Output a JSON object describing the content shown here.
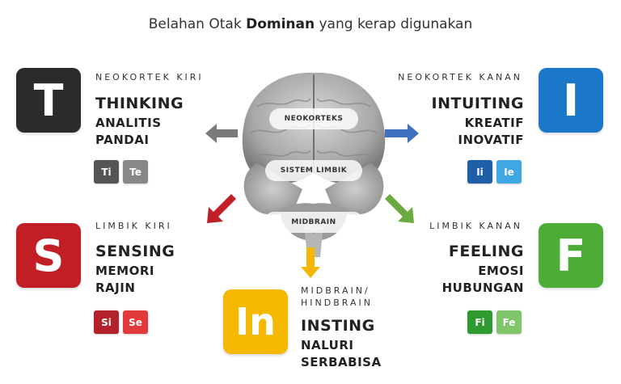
{
  "title": {
    "prefix": "Belahan Otak ",
    "bold": "Dominan",
    "suffix": " yang kerap digunakan"
  },
  "colors": {
    "thinking": "#2d2a2b",
    "intuiting": "#1b78c9",
    "sensing": "#c21e25",
    "feeling": "#4cac36",
    "insting": "#f5b800"
  },
  "brain": {
    "labels": [
      "NEOKORTEKS",
      "SISTEM LIMBIK",
      "MIDBRAIN"
    ]
  },
  "quadrants": {
    "thinking": {
      "letter": "T",
      "region": "NEOKORTEK KIRI",
      "name": "THINKING",
      "lines": [
        "ANALITIS",
        "PANDAI"
      ],
      "chips": [
        "Ti",
        "Te"
      ],
      "arrow_color": "#7a7a7a"
    },
    "intuiting": {
      "letter": "I",
      "region": "NEOKORTEK KANAN",
      "name": "INTUITING",
      "lines": [
        "KREATIF",
        "INOVATIF"
      ],
      "chips": [
        "Ii",
        "Ie"
      ],
      "arrow_color": "#3f6fbf"
    },
    "sensing": {
      "letter": "S",
      "region": "LIMBIK KIRI",
      "name": "SENSING",
      "lines": [
        "MEMORI",
        "RAJIN"
      ],
      "chips": [
        "Si",
        "Se"
      ],
      "arrow_color": "#c21e25"
    },
    "feeling": {
      "letter": "F",
      "region": "LIMBIK KANAN",
      "name": "FEELING",
      "lines": [
        "EMOSI",
        "HUBUNGAN"
      ],
      "chips": [
        "Fi",
        "Fe"
      ],
      "arrow_color": "#6aaa3e"
    },
    "insting": {
      "letter": "In",
      "region_lines": [
        "MIDBRAIN/",
        "HINDBRAIN"
      ],
      "name": "INSTING",
      "lines": [
        "NALURI",
        "SERBABISA"
      ],
      "arrow_color": "#f5b800"
    }
  }
}
